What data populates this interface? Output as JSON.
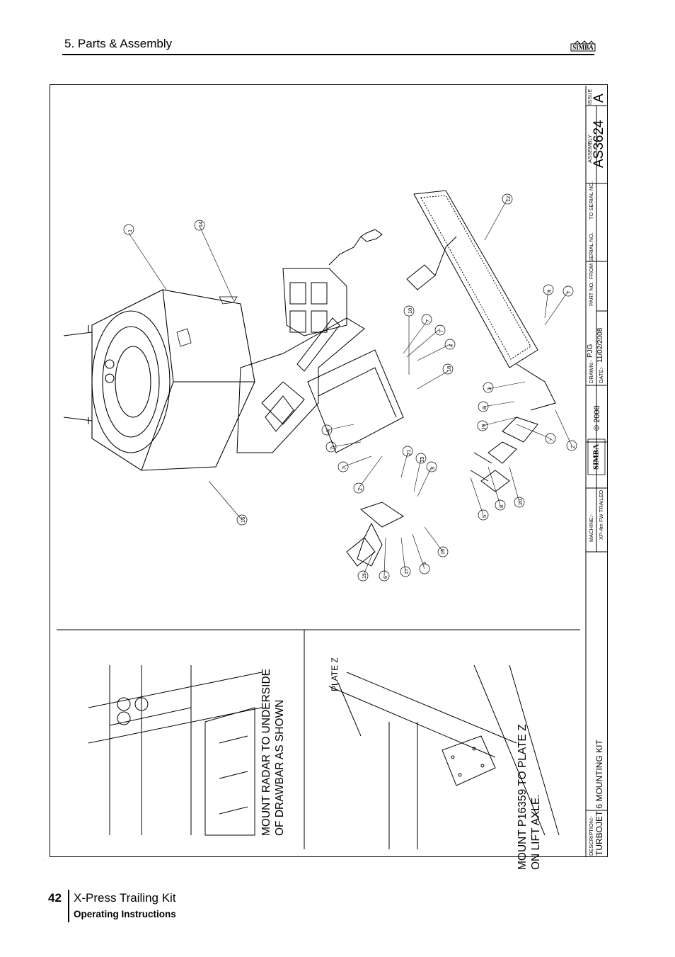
{
  "header": {
    "section_title": "5. Parts & Assembly",
    "logo_text": "SIMBA"
  },
  "drawing": {
    "notes": {
      "radar_line1": "MOUNT RADAR TO UNDERSIDE",
      "radar_line2": "OF DRAWBAR AS SHOWN",
      "plate_label": "PLATE Z",
      "mount_line1": "MOUNT P16359 TO PLATE Z",
      "mount_line2": "ON LIFT AXLE."
    },
    "part_callouts": [
      "1",
      "14",
      "12",
      "10",
      "7",
      "7",
      "4",
      "18",
      "4",
      "7",
      "7",
      "21",
      "13",
      "9",
      "2",
      "16",
      "3",
      "8",
      "19",
      "4",
      "7",
      "7",
      "2",
      "5",
      "8",
      "20",
      "11",
      "6",
      "17",
      "6",
      "15"
    ],
    "title_block": {
      "description_label": "DESCRIPTION:-",
      "description": "TURBOJET 6 MOUNTING KIT",
      "machine_label": "MACHINE:-",
      "machine": "XP-4m FW TRAILED",
      "logo_text": "SIMBA",
      "copyright": "© 2008",
      "drawn_label": "DRAWN:-",
      "drawn": "PJG",
      "date_label": "DATE:-",
      "date": "11/02/2008",
      "part_no_label": "PART NO.",
      "from_serial_label": "FROM SERIAL NO.",
      "to_serial_label": "TO SERIAL NO.",
      "assembly_label": "ASSEMBLY",
      "assembly": "AS3624",
      "issue_label": "ISSUE",
      "issue": "A"
    }
  },
  "footer": {
    "page_number": "42",
    "manual_title": "X-Press Trailing Kit",
    "subtitle": "Operating Instructions"
  }
}
